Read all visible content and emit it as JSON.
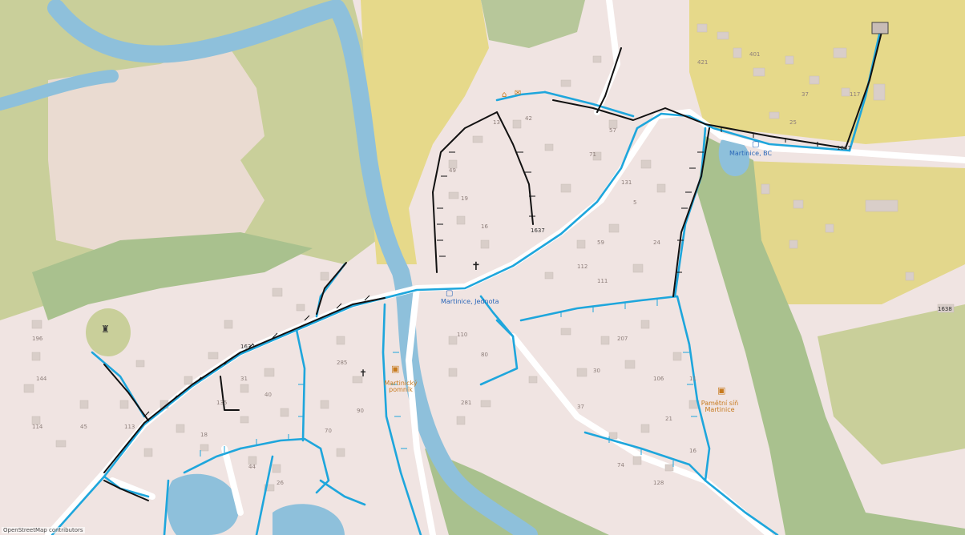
{
  "map": {
    "colors": {
      "residential": "#f0e4e2",
      "grass": "#c9cf9a",
      "forest": "#a9c18e",
      "farmland": "#e6d98a",
      "water": "#8ec0db",
      "road": "#ffffff",
      "water_pipe": "#1ea6dc",
      "sewer_pipe": "#111111",
      "building": "#d9cec9"
    },
    "attribution": "OpenStreetMap contributors",
    "poi_labels": [
      {
        "id": "bus-stop-center",
        "text": "Martinice, Jednota"
      },
      {
        "id": "bus-stop-east",
        "text": "Martinice, BC"
      },
      {
        "id": "chapel",
        "text": "Martinický pomník"
      },
      {
        "id": "museum",
        "text": "Pamětní síň Martinice"
      }
    ],
    "road_refs": [
      "1637",
      "1637",
      "1637",
      "1638"
    ],
    "house_numbers": [
      "421",
      "401",
      "117",
      "37",
      "25",
      "42",
      "13",
      "57",
      "71",
      "131",
      "5",
      "59",
      "24",
      "49",
      "19",
      "16",
      "112",
      "111",
      "207",
      "30",
      "106",
      "11",
      "37",
      "21",
      "16",
      "74",
      "128",
      "110",
      "80",
      "281",
      "285",
      "90",
      "70",
      "40",
      "31",
      "135",
      "18",
      "44",
      "26",
      "196",
      "144",
      "114",
      "45",
      "113"
    ]
  }
}
